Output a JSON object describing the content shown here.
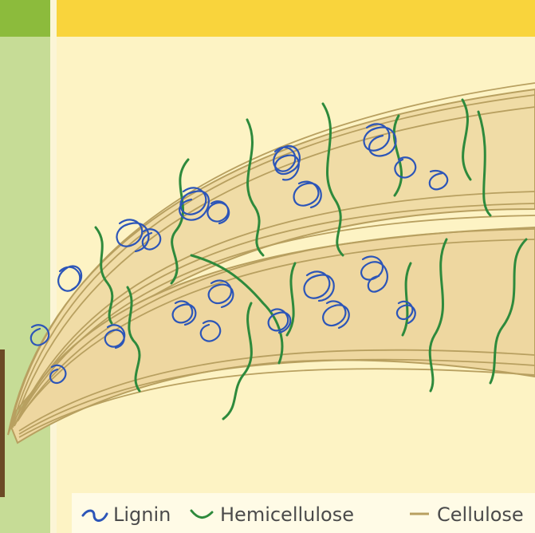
{
  "legend": {
    "lignin": "Lignin",
    "hemicellulose": "Hemicellulose",
    "cellulose": "Cellulose"
  },
  "colors": {
    "background": "#fdf3c4",
    "top_banner": "#f9d43c",
    "left_green_bar": "#8cbb3c",
    "left_panel": "#c6dc96",
    "fiber_fill": "#f0dca6",
    "cellulose_line": "#b8a060",
    "lignin": "#2c55b8",
    "hemicellulose": "#2e8a3c"
  },
  "icons": {
    "lignin": "blue-squiggle-icon",
    "hemicellulose": "green-wave-icon",
    "cellulose": "tan-line-icon"
  }
}
